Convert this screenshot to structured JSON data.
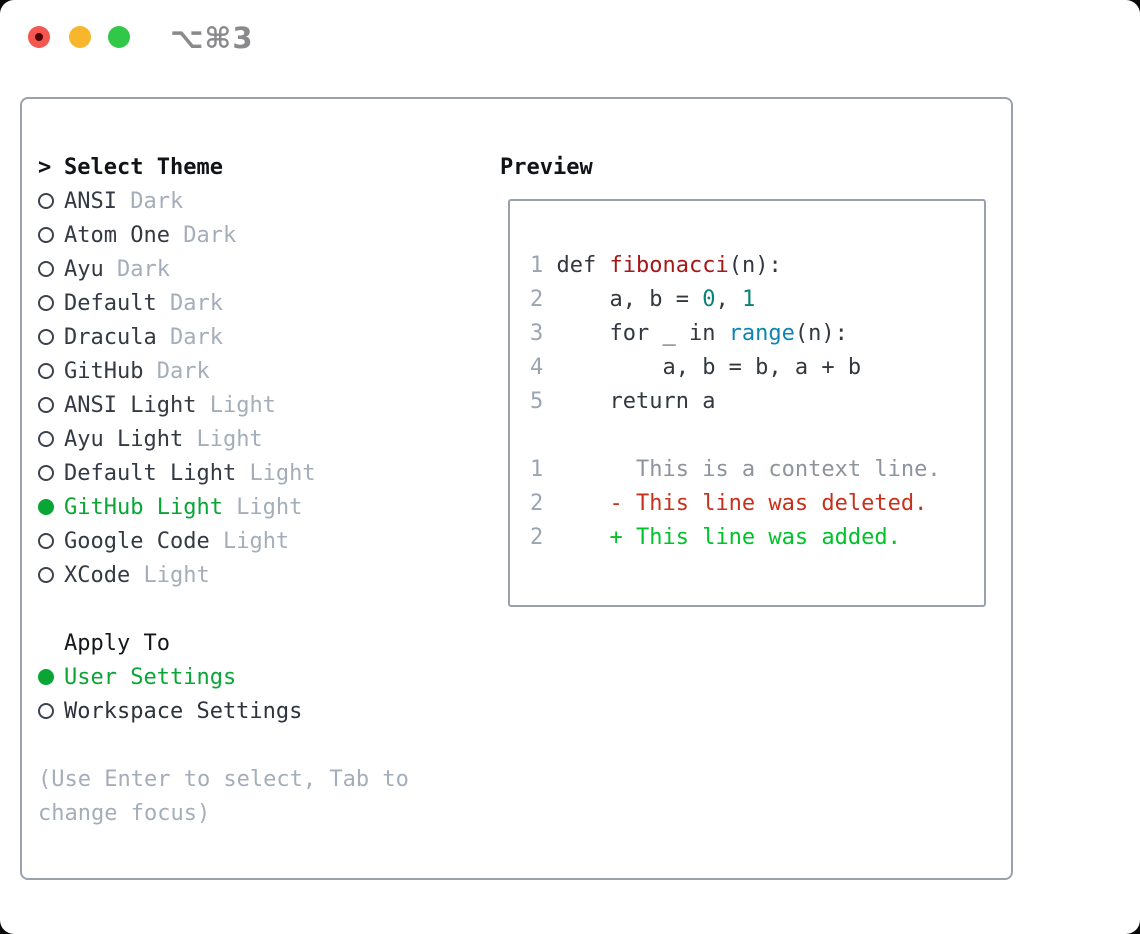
{
  "window": {
    "shortcut_label": "⌥⌘3",
    "traffic_lights": [
      {
        "name": "close",
        "color": "#f4574f",
        "has_dot": true
      },
      {
        "name": "minimize",
        "color": "#f7b62c",
        "has_dot": false
      },
      {
        "name": "zoom",
        "color": "#31c748",
        "has_dot": false
      }
    ]
  },
  "theme_panel": {
    "heading": {
      "prefix": ">",
      "label": "Select Theme"
    },
    "themes": [
      {
        "name": "ANSI",
        "variant": "Dark",
        "selected": false
      },
      {
        "name": "Atom One",
        "variant": "Dark",
        "selected": false
      },
      {
        "name": "Ayu",
        "variant": "Dark",
        "selected": false
      },
      {
        "name": "Default",
        "variant": "Dark",
        "selected": false
      },
      {
        "name": "Dracula",
        "variant": "Dark",
        "selected": false
      },
      {
        "name": "GitHub",
        "variant": "Dark",
        "selected": false
      },
      {
        "name": "ANSI Light",
        "variant": "Light",
        "selected": false
      },
      {
        "name": "Ayu Light",
        "variant": "Light",
        "selected": false
      },
      {
        "name": "Default Light",
        "variant": "Light",
        "selected": false
      },
      {
        "name": "GitHub Light",
        "variant": "Light",
        "selected": true
      },
      {
        "name": "Google Code",
        "variant": "Light",
        "selected": false
      },
      {
        "name": "XCode",
        "variant": "Light",
        "selected": false
      }
    ],
    "apply_to": {
      "heading": "Apply To",
      "options": [
        {
          "label": "User Settings",
          "selected": true
        },
        {
          "label": "Workspace Settings",
          "selected": false
        }
      ]
    },
    "help_lines": [
      "(Use Enter to select, Tab to",
      "change focus)"
    ]
  },
  "preview": {
    "heading": "Preview",
    "code_lines": [
      {
        "num": "1",
        "segments": [
          {
            "text": "def ",
            "style": "code"
          },
          {
            "text": "fibonacci",
            "style": "function"
          },
          {
            "text": "(n):",
            "style": "code"
          }
        ]
      },
      {
        "num": "2",
        "segments": [
          {
            "text": "    a, b = ",
            "style": "code"
          },
          {
            "text": "0",
            "style": "number"
          },
          {
            "text": ", ",
            "style": "code"
          },
          {
            "text": "1",
            "style": "number"
          }
        ]
      },
      {
        "num": "3",
        "segments": [
          {
            "text": "    for _ in ",
            "style": "code"
          },
          {
            "text": "range",
            "style": "builtin"
          },
          {
            "text": "(n):",
            "style": "code"
          }
        ]
      },
      {
        "num": "4",
        "segments": [
          {
            "text": "        a, b = b, a + b",
            "style": "code"
          }
        ]
      },
      {
        "num": "5",
        "segments": [
          {
            "text": "    return a",
            "style": "code"
          }
        ]
      },
      {
        "num": "",
        "segments": []
      },
      {
        "num": "1",
        "segments": [
          {
            "text": "      This is a context line.",
            "style": "context"
          }
        ]
      },
      {
        "num": "2",
        "segments": [
          {
            "text": "    - This line was deleted.",
            "style": "deleted"
          }
        ]
      },
      {
        "num": "2",
        "segments": [
          {
            "text": "    + This line was added.",
            "style": "added"
          }
        ]
      }
    ]
  },
  "colors": {
    "accent_green": "#09a636",
    "added_green": "#00c22a",
    "deleted_red": "#c9301c",
    "function_red": "#a61717",
    "number_teal": "#0d8079",
    "builtin_blue": "#0e84b5",
    "muted_gray": "#a4aeba",
    "gutter_gray": "#9aa5b1",
    "border_gray": "#99a2ac",
    "text_dark": "#32383f"
  }
}
